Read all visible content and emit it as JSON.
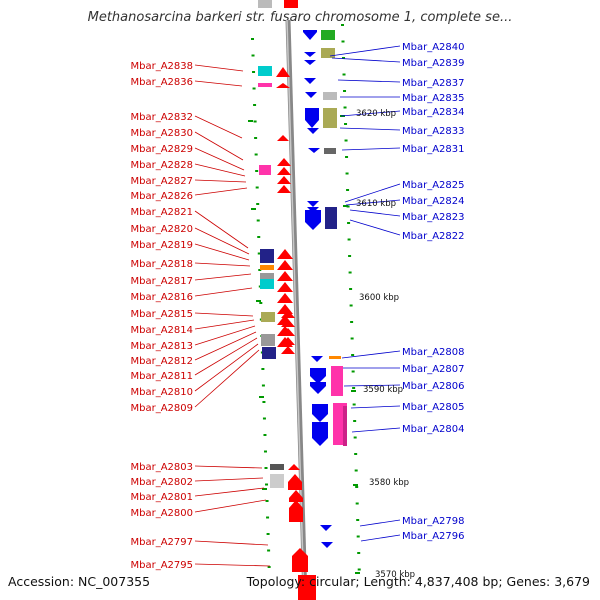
{
  "title": "Methanosarcina barkeri str. fusaro chromosome 1, complete se...",
  "footer": {
    "accession": "Accession: NC_007355",
    "topology": "Topology: circular; Length: 4,837,408 bp; Genes: 3,679"
  },
  "colors": {
    "left_label": "#cc0000",
    "right_label": "#0000cc",
    "backbone": "#888888",
    "tick": "#009900"
  },
  "scale_labels": [
    {
      "text": "3620 kbp",
      "kbp": 3620
    },
    {
      "text": "3610 kbp",
      "kbp": 3610
    },
    {
      "text": "3600 kbp",
      "kbp": 3600
    },
    {
      "text": "3590 kbp",
      "kbp": 3590
    },
    {
      "text": "3580 kbp",
      "kbp": 3580
    },
    {
      "text": "3570 kbp",
      "kbp": 3570
    }
  ],
  "left_genes": [
    "Mbar_A2838",
    "Mbar_A2836",
    "Mbar_A2832",
    "Mbar_A2830",
    "Mbar_A2829",
    "Mbar_A2828",
    "Mbar_A2827",
    "Mbar_A2826",
    "Mbar_A2821",
    "Mbar_A2820",
    "Mbar_A2819",
    "Mbar_A2818",
    "Mbar_A2817",
    "Mbar_A2816",
    "Mbar_A2815",
    "Mbar_A2814",
    "Mbar_A2813",
    "Mbar_A2812",
    "Mbar_A2811",
    "Mbar_A2810",
    "Mbar_A2809",
    "Mbar_A2803",
    "Mbar_A2802",
    "Mbar_A2801",
    "Mbar_A2800",
    "Mbar_A2797",
    "Mbar_A2795"
  ],
  "right_genes": [
    "Mbar_A2840",
    "Mbar_A2839",
    "Mbar_A2837",
    "Mbar_A2835",
    "Mbar_A2834",
    "Mbar_A2833",
    "Mbar_A2831",
    "Mbar_A2825",
    "Mbar_A2824",
    "Mbar_A2823",
    "Mbar_A2822",
    "Mbar_A2808",
    "Mbar_A2807",
    "Mbar_A2806",
    "Mbar_A2805",
    "Mbar_A2804",
    "Mbar_A2798",
    "Mbar_A2796"
  ]
}
